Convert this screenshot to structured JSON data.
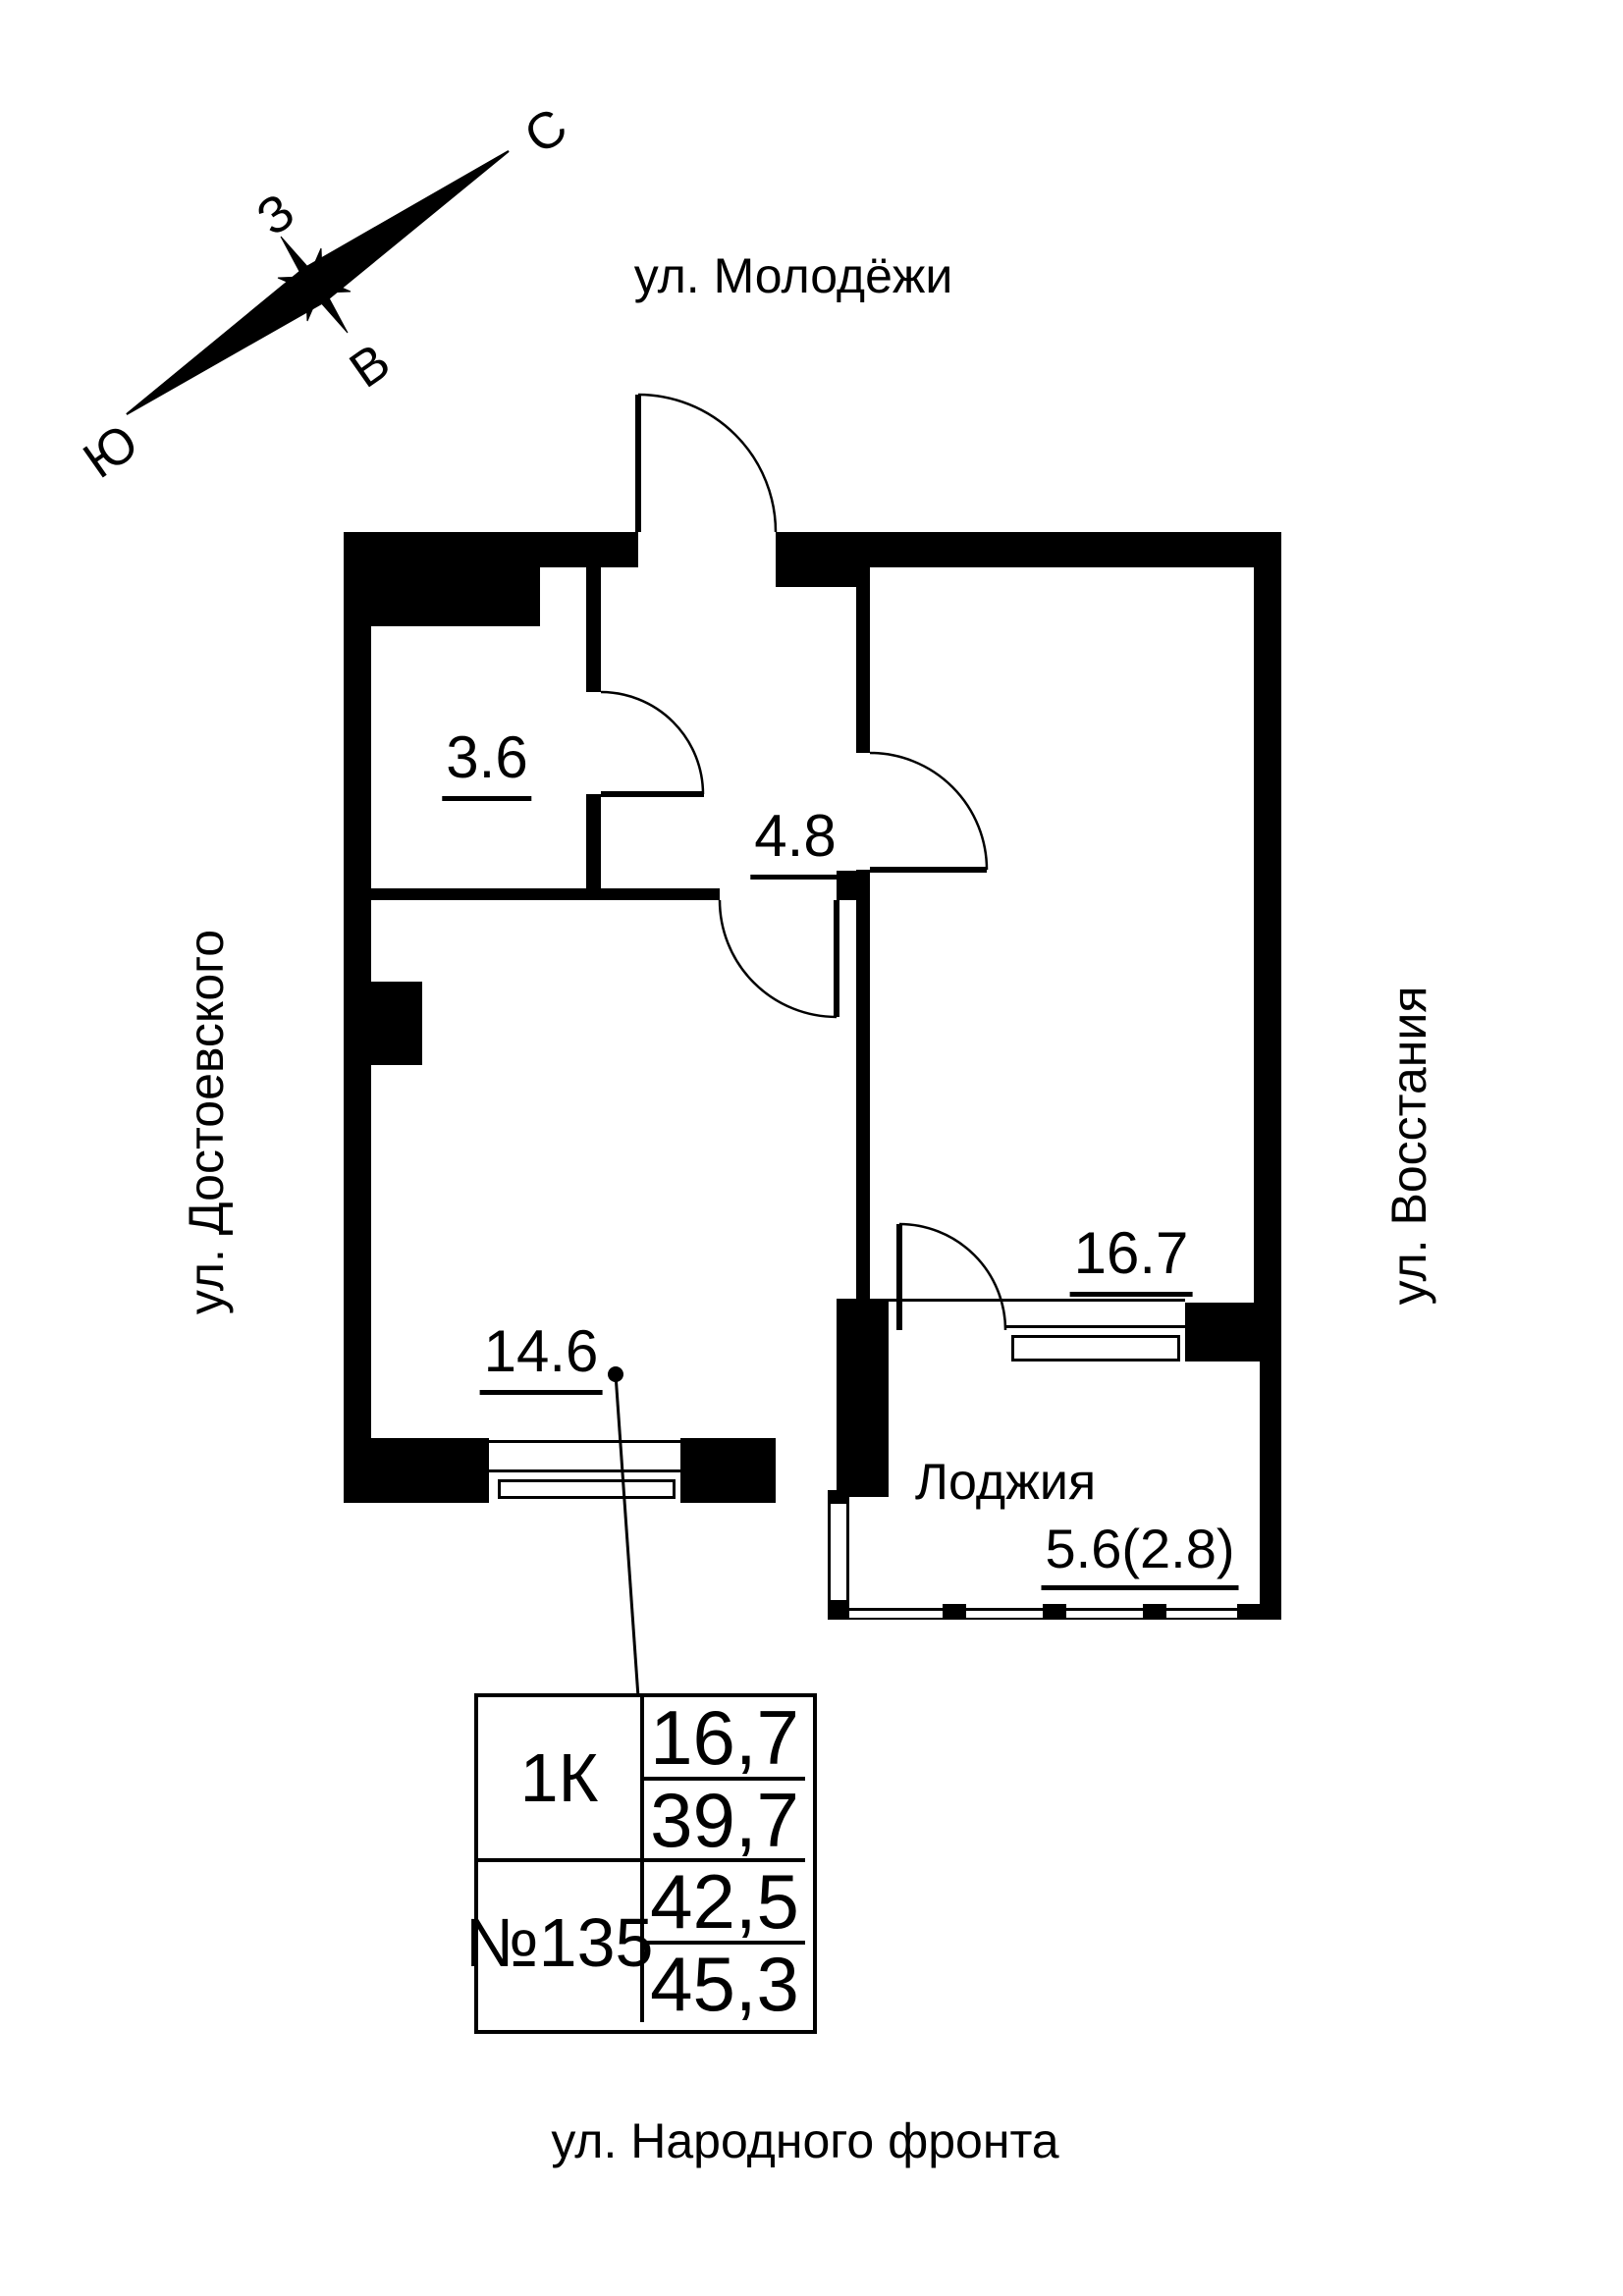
{
  "compass": {
    "north": "С",
    "west": "З",
    "east": "В",
    "south": "Ю"
  },
  "streets": {
    "top": "ул. Молодёжи",
    "bottom": "ул. Народного фронта",
    "left": "ул. Достоевского",
    "right": "ул. Восстания"
  },
  "rooms": {
    "r36": {
      "area": "3.6"
    },
    "r48": {
      "area": "4.8"
    },
    "r146": {
      "area": "14.6"
    },
    "r167": {
      "area": "16.7"
    },
    "loggia": {
      "name": "Лоджия",
      "area": "5.6(2.8)"
    }
  },
  "stamp": {
    "type": "1К",
    "number": "№135",
    "values": [
      "16,7",
      "39,7",
      "42,5",
      "45,3"
    ]
  }
}
